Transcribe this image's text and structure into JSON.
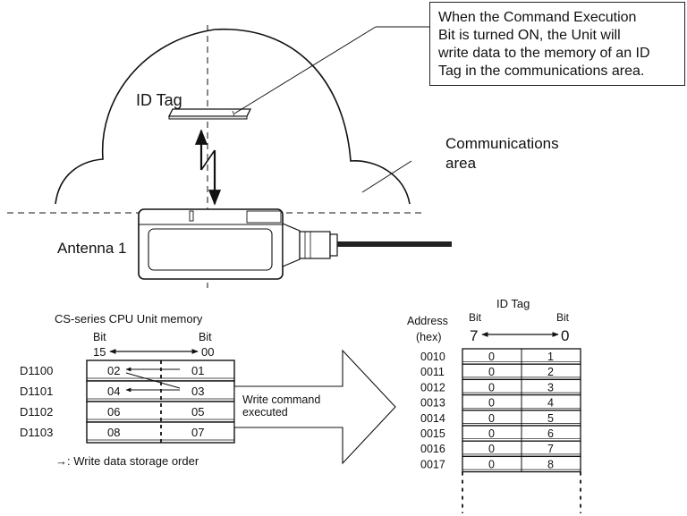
{
  "callout": {
    "lines": [
      "When the Command Execution",
      "Bit is turned ON, the Unit will",
      "write data to the memory of an ID",
      "Tag in the communications area."
    ]
  },
  "labels": {
    "id_tag": "ID Tag",
    "comm_area_line1": "Communications",
    "comm_area_line2": "area",
    "antenna": "Antenna 1"
  },
  "cpu_memory": {
    "title": "CS-series CPU Unit memory",
    "bit_label": "Bit",
    "bit_high": "15",
    "bit_low": "00",
    "footnote": "→: Write data storage order",
    "rows": [
      {
        "address": "D1100",
        "high": "02",
        "low": "01"
      },
      {
        "address": "D1101",
        "high": "04",
        "low": "03"
      },
      {
        "address": "D1102",
        "high": "06",
        "low": "05"
      },
      {
        "address": "D1103",
        "high": "08",
        "low": "07"
      }
    ]
  },
  "arrow": {
    "line1": "Write command",
    "line2": "executed"
  },
  "id_tag_table": {
    "title": "ID Tag",
    "address_label1": "Address",
    "address_label2": "(hex)",
    "bit_label": "Bit",
    "bit_high": "7",
    "bit_low": "0",
    "rows": [
      {
        "address": "0010",
        "high": "0",
        "low": "1"
      },
      {
        "address": "0011",
        "high": "0",
        "low": "2"
      },
      {
        "address": "0012",
        "high": "0",
        "low": "3"
      },
      {
        "address": "0013",
        "high": "0",
        "low": "4"
      },
      {
        "address": "0014",
        "high": "0",
        "low": "5"
      },
      {
        "address": "0015",
        "high": "0",
        "low": "6"
      },
      {
        "address": "0016",
        "high": "0",
        "low": "7"
      },
      {
        "address": "0017",
        "high": "0",
        "low": "8"
      }
    ]
  }
}
